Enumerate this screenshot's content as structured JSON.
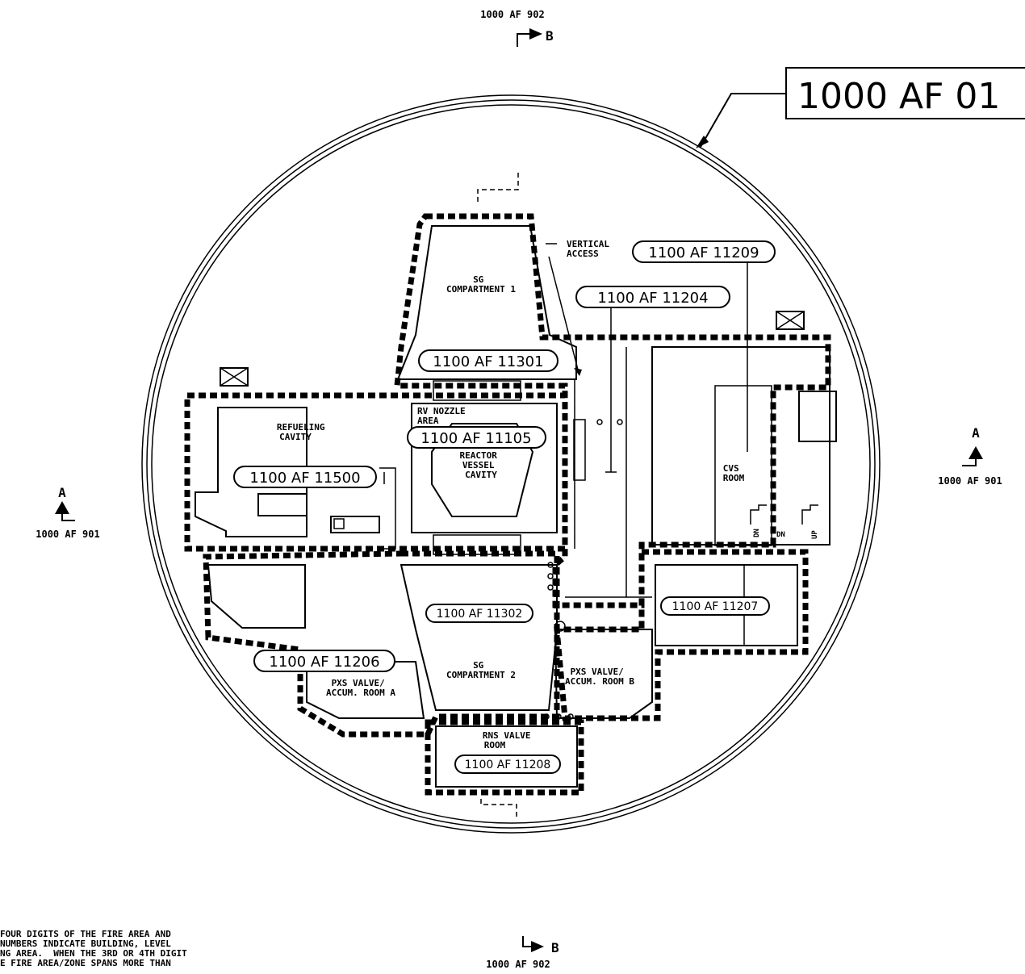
{
  "title_box": "1000 AF 01",
  "section_markers": {
    "b_top": {
      "letter": "B",
      "ref": "1000 AF 902"
    },
    "b_bottom": {
      "letter": "B",
      "ref": "1000 AF 902"
    },
    "a_left": {
      "letter": "A",
      "ref": "1000 AF 901"
    },
    "a_right": {
      "letter": "A",
      "ref": "1000 AF 901"
    }
  },
  "fire_zones": {
    "z11209": "1100 AF 11209",
    "z11204": "1100 AF 11204",
    "z11301": "1100 AF 11301",
    "z11105": "1100 AF 11105",
    "z11500": "1100 AF 11500",
    "z11302": "1100 AF 11302",
    "z11207": "1100 AF 11207",
    "z11206": "1100 AF 11206",
    "z11208": "1100 AF 11208"
  },
  "rooms": {
    "vertical_access": [
      "VERTICAL",
      "ACCESS"
    ],
    "sg1": [
      "SG",
      "COMPARTMENT 1"
    ],
    "rv_nozzle": [
      "RV NOZZLE",
      "AREA"
    ],
    "reactor_vessel": [
      "REACTOR",
      "VESSEL",
      "CAVITY"
    ],
    "refueling": [
      "REFUELING",
      "CAVITY"
    ],
    "cvs": [
      "CVS",
      "ROOM"
    ],
    "sg2": [
      "SG",
      "COMPARTMENT 2"
    ],
    "pxs_a": [
      "PXS VALVE/",
      "ACCUM. ROOM A"
    ],
    "pxs_b": [
      "PXS VALVE/",
      "ACCUM. ROOM B"
    ],
    "rns": [
      "RNS VALVE",
      "ROOM"
    ]
  },
  "stair_labels": {
    "dn1": "DN",
    "dn2": "DN",
    "up": "UP"
  },
  "note_text": "FOUR DIGITS OF THE FIRE AREA AND\nNUMBERS INDICATE BUILDING, LEVEL\nNG AREA.  WHEN THE 3RD OR 4TH DIGIT\nE FIRE AREA/ZONE SPANS MORE THAN"
}
